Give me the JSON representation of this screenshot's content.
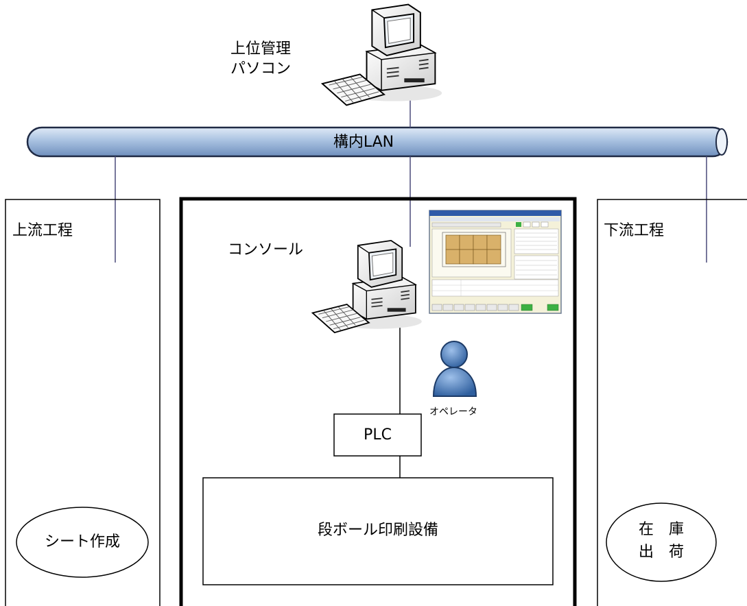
{
  "network": {
    "label": "構内LAN"
  },
  "host_pc": {
    "line1": "上位管理",
    "line2": "パソコン"
  },
  "upstream": {
    "title": "上流工程",
    "process": "シート作成"
  },
  "downstream": {
    "title": "下流工程",
    "process_line1": "在　庫",
    "process_line2": "出　荷"
  },
  "console": {
    "label": "コンソール"
  },
  "operator": {
    "label": "オペレータ"
  },
  "plc": {
    "label": "PLC"
  },
  "equipment": {
    "label": "段ボール印刷設備"
  },
  "colors": {
    "lan_tube": "#a9c2e1",
    "lan_edge": "#1f2a44",
    "operator": "#4a7dbf",
    "board": "#d9b16a",
    "screen_bg": "#f4f1d9"
  }
}
